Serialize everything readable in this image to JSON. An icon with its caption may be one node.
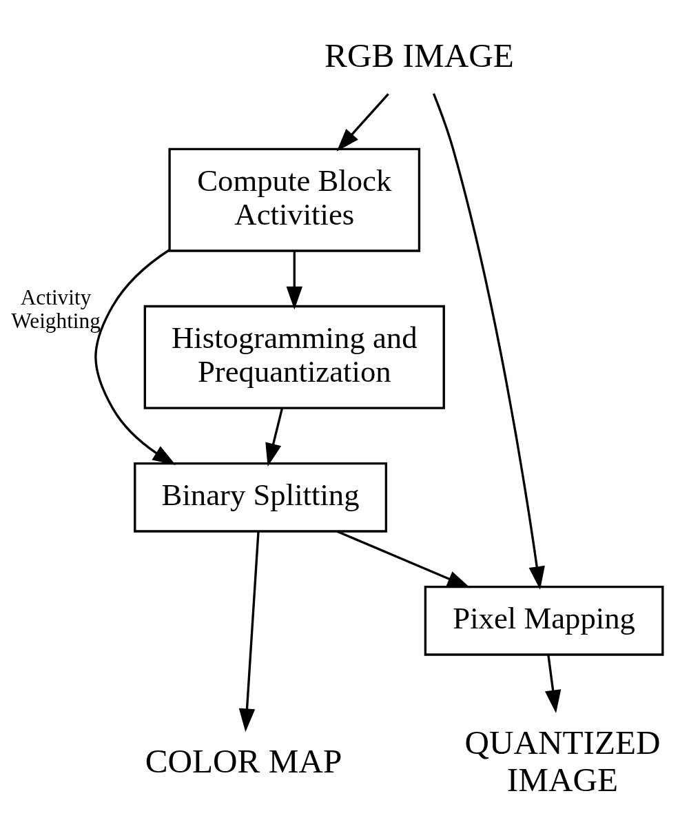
{
  "diagram": {
    "nodes": [
      {
        "text": [
          "RGB IMAGE"
        ]
      },
      {
        "text": [
          "Compute Block Activities"
        ]
      },
      {
        "text": [
          "Histogramming and Prequantization"
        ]
      },
      {
        "text": [
          "Binary Splitting"
        ]
      },
      {
        "text": [
          "Pixel Mapping"
        ]
      },
      {
        "text": [
          "QUANTIZED IMAGE"
        ]
      },
      {
        "text": [
          "COLOR MAP"
        ]
      }
    ],
    "edges": [
      {
        "from": 0,
        "to": 1,
        "arrow": "to"
      },
      {
        "from": 0,
        "to": 4,
        "arrow": "to"
      },
      {
        "from": 1,
        "to": 2,
        "arrow": "to"
      },
      {
        "from": 2,
        "to": 3,
        "arrow": "to"
      },
      {
        "from": 1,
        "to": 3,
        "arrow": "to",
        "label": "Activity Weighting"
      },
      {
        "from": 3,
        "to": 4,
        "arrow": "to"
      },
      {
        "from": 3,
        "to": 6,
        "arrow": "to"
      },
      {
        "from": 4,
        "to": 5,
        "arrow": "to"
      }
    ]
  }
}
